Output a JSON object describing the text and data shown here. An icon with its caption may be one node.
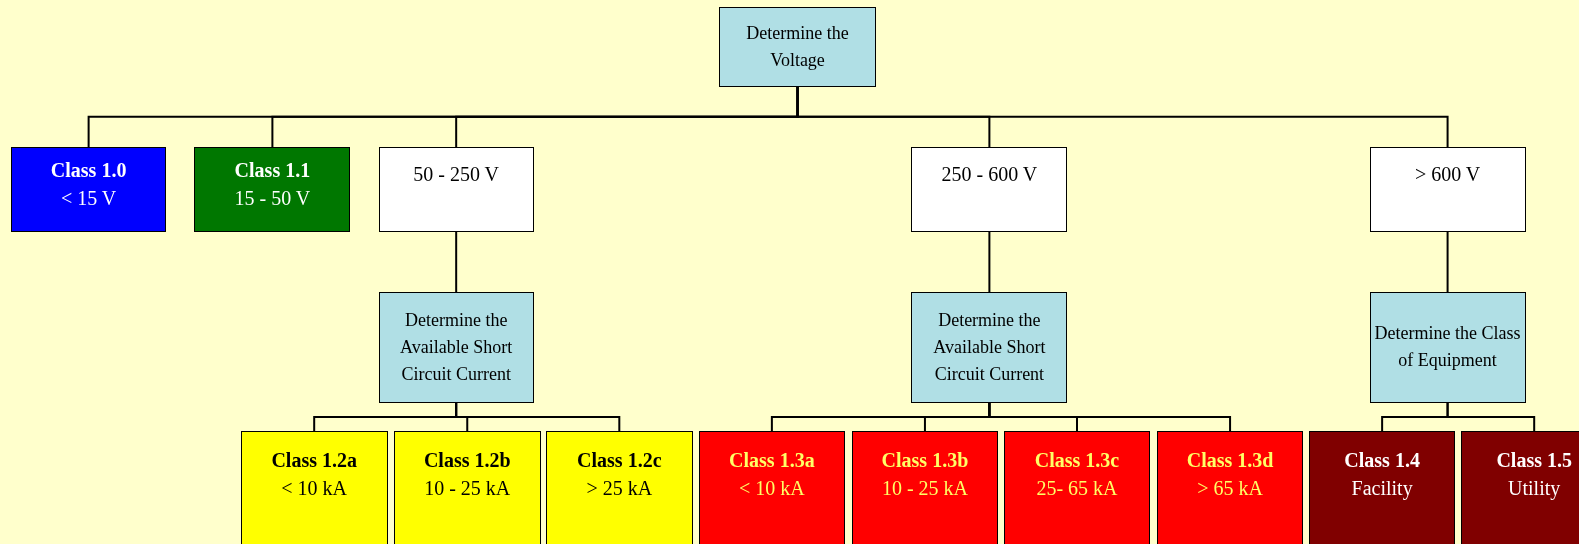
{
  "diagram": {
    "nodes": [
      {
        "text": [
          "Determine the Voltage"
        ]
      },
      {
        "text": [
          "Class 1.0",
          "< 15 V"
        ]
      },
      {
        "text": [
          "Class 1.1",
          "15 - 50 V"
        ]
      },
      {
        "text": [
          "50 - 250 V"
        ]
      },
      {
        "text": [
          "250 - 600 V"
        ]
      },
      {
        "text": [
          "> 600 V"
        ]
      },
      {
        "text": [
          "Determine the Available Short Circuit Current"
        ]
      },
      {
        "text": [
          "Determine the Available Short Circuit Current"
        ]
      },
      {
        "text": [
          "Determine the Class of Equipment"
        ]
      },
      {
        "text": [
          "Class 1.2a",
          "< 10 kA"
        ]
      },
      {
        "text": [
          "Class 1.2b",
          "10 - 25 kA"
        ]
      },
      {
        "text": [
          "Class 1.2c",
          "> 25 kA"
        ]
      },
      {
        "text": [
          "Class 1.3a",
          "< 10 kA"
        ]
      },
      {
        "text": [
          "Class 1.3b",
          "10 - 25 kA"
        ]
      },
      {
        "text": [
          "Class 1.3c",
          "25- 65 kA"
        ]
      },
      {
        "text": [
          "Class 1.3d",
          "> 65 kA"
        ]
      },
      {
        "text": [
          "Class 1.4",
          "Facility"
        ]
      },
      {
        "text": [
          "Class 1.5",
          "Utility"
        ]
      }
    ],
    "edges": [
      {
        "from": 0,
        "to": 1,
        "arrow": "none"
      },
      {
        "from": 0,
        "to": 2,
        "arrow": "none"
      },
      {
        "from": 0,
        "to": 3,
        "arrow": "none"
      },
      {
        "from": 0,
        "to": 4,
        "arrow": "none"
      },
      {
        "from": 0,
        "to": 5,
        "arrow": "none"
      },
      {
        "from": 3,
        "to": 6,
        "arrow": "none"
      },
      {
        "from": 4,
        "to": 7,
        "arrow": "none"
      },
      {
        "from": 5,
        "to": 8,
        "arrow": "none"
      },
      {
        "from": 6,
        "to": 9,
        "arrow": "none"
      },
      {
        "from": 6,
        "to": 10,
        "arrow": "none"
      },
      {
        "from": 6,
        "to": 11,
        "arrow": "none"
      },
      {
        "from": 7,
        "to": 12,
        "arrow": "none"
      },
      {
        "from": 7,
        "to": 13,
        "arrow": "none"
      },
      {
        "from": 7,
        "to": 14,
        "arrow": "none"
      },
      {
        "from": 7,
        "to": 15,
        "arrow": "none"
      },
      {
        "from": 8,
        "to": 16,
        "arrow": "none"
      },
      {
        "from": 8,
        "to": 17,
        "arrow": "none"
      }
    ]
  }
}
